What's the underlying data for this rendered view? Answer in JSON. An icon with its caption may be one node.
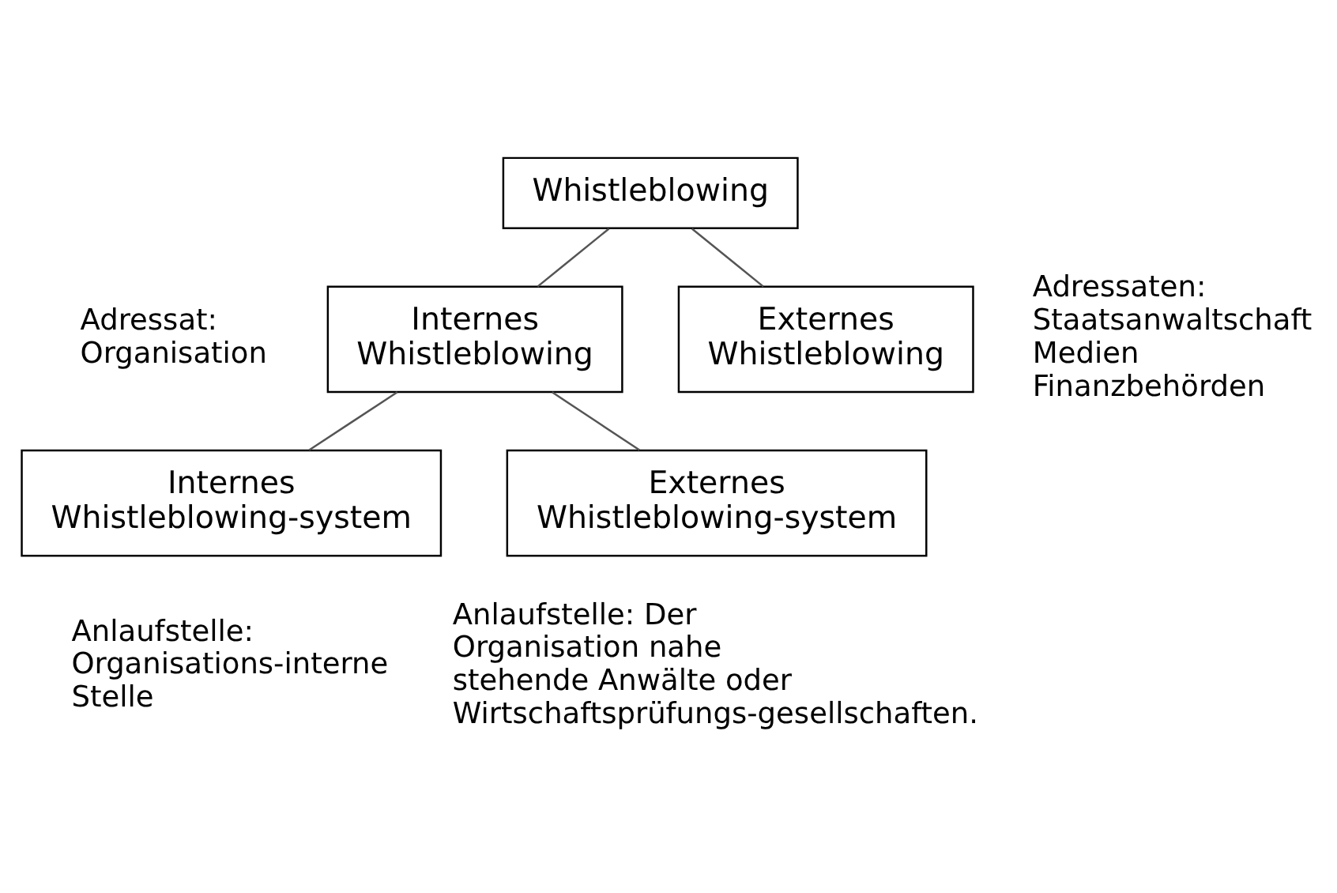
{
  "diagram": {
    "nodes": [
      {
        "text": [
          "Whistleblowing"
        ]
      },
      {
        "text": [
          "Internes Whistleblowing"
        ],
        "beside": [
          "Adressat: Organisation"
        ]
      },
      {
        "text": [
          "Externes Whistleblowing"
        ],
        "beside": [
          "Adressaten: Staatsanwaltschaft Medien Finanzbehörden"
        ]
      },
      {
        "text": [
          "Internes Whistleblowing-system"
        ],
        "beside": [
          "Anlaufstelle: Organisations-interne Stelle"
        ]
      },
      {
        "text": [
          "Externes Whistleblowing-system"
        ],
        "beside": [
          "Anlaufstelle: Der Organisation nahe stehende Anwälte oder Wirtschaftsprüfungs-gesellschaften."
        ]
      }
    ],
    "edges": [
      {
        "from": 0,
        "to": 1,
        "arrow": "none"
      },
      {
        "from": 0,
        "to": 2,
        "arrow": "none"
      },
      {
        "from": 1,
        "to": 3,
        "arrow": "none"
      },
      {
        "from": 1,
        "to": 4,
        "arrow": "none"
      }
    ]
  }
}
